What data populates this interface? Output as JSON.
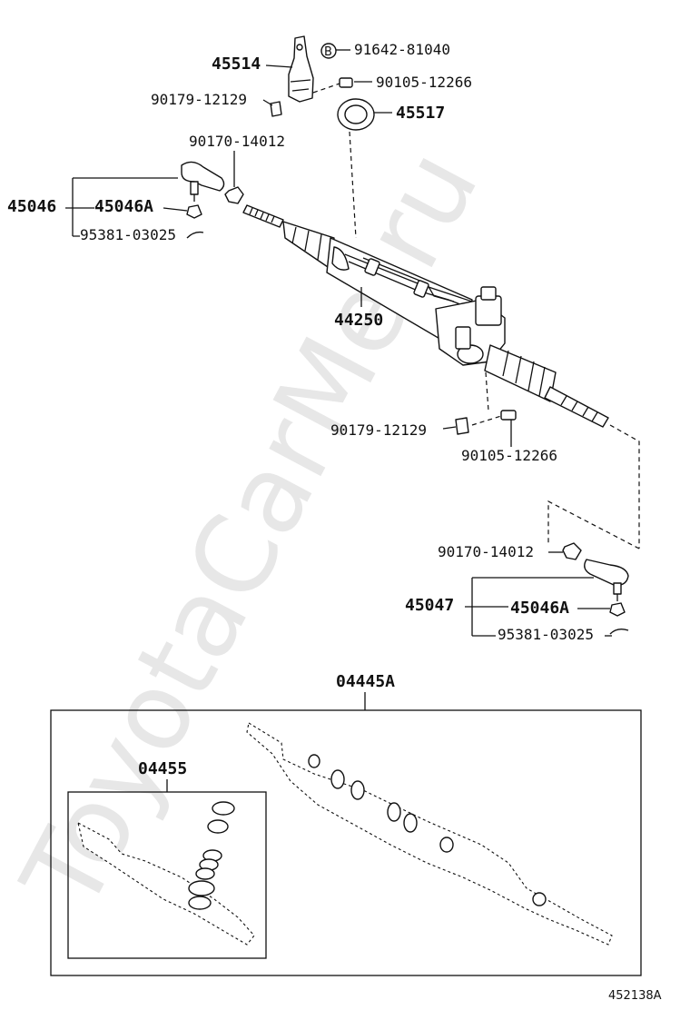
{
  "watermark": "ToyotaCarMe.ru",
  "diagram_code": "452138A",
  "callouts": {
    "p45514": "45514",
    "b_mark": "B",
    "p91642": "91642-81040",
    "p90105_top": "90105-12266",
    "p90179_top": "90179-12129",
    "p45517": "45517",
    "p90170_top": "90170-14012",
    "p45046": "45046",
    "p45046A_left": "45046A",
    "p95381_left": "95381-03025",
    "p44250": "44250",
    "p90179_mid": "90179-12129",
    "p90105_mid": "90105-12266",
    "p90170_bottom": "90170-14012",
    "p45047": "45047",
    "p45046A_right": "45046A",
    "p95381_right": "95381-03025",
    "p04445A": "04445A",
    "p04455": "04455"
  }
}
